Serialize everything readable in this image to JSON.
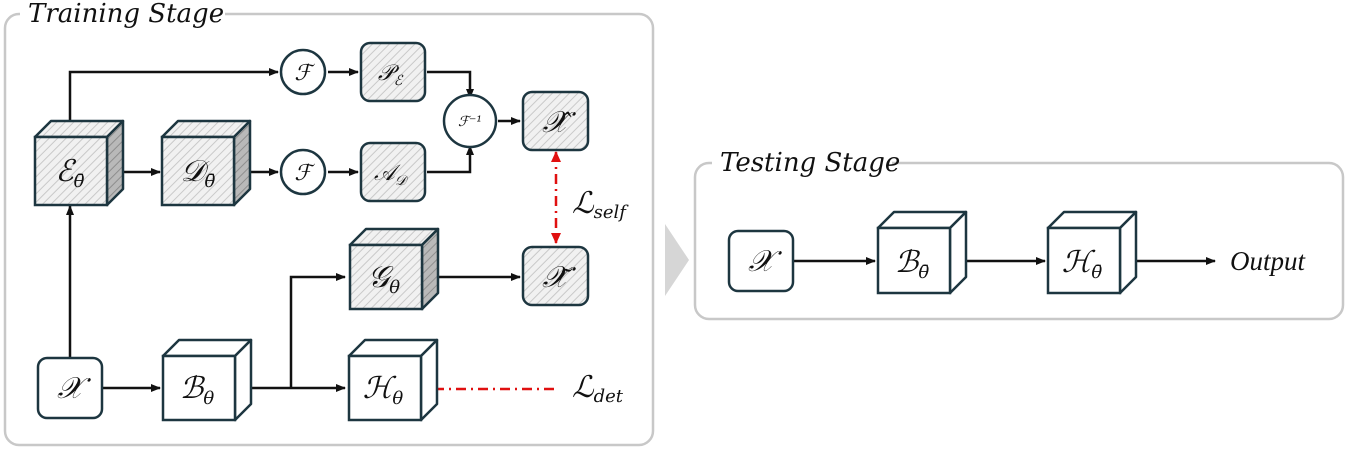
{
  "stages": {
    "training": "Training Stage",
    "testing": "Testing Stage"
  },
  "training": {
    "encoder": {
      "sym": "ℰ",
      "sub": "θ̄"
    },
    "decoder": {
      "sym": "𝒟",
      "sub": "θ̄"
    },
    "fft_top": "ℱ",
    "fft_mid": "ℱ",
    "ifft": "ℱ⁻¹",
    "phase": {
      "sym": "𝒫",
      "sub": "ℰ"
    },
    "amplitude": {
      "sym": "𝒜",
      "sub": "𝒟"
    },
    "x_hat": "𝒳̂",
    "generator": {
      "sym": "𝒢",
      "sub": "θ"
    },
    "x_tilde": "𝒳̃",
    "input": "𝒳",
    "backbone": {
      "sym": "ℬ",
      "sub": "θ"
    },
    "head": {
      "sym": "ℋ",
      "sub": "θ"
    },
    "loss_self": {
      "sym": "ℒ",
      "sub": "self"
    },
    "loss_det": {
      "sym": "ℒ",
      "sub": "det"
    }
  },
  "testing": {
    "input": "𝒳",
    "backbone": {
      "sym": "ℬ",
      "sub": "θ̄"
    },
    "head": {
      "sym": "ℋ",
      "sub": "θ̄"
    },
    "output": "Output"
  },
  "colors": {
    "box_stroke": "#1d3640",
    "loss_arrow": "#e01010",
    "panel_stroke": "#c8c8c8",
    "chevron": "#d6d6d6"
  }
}
